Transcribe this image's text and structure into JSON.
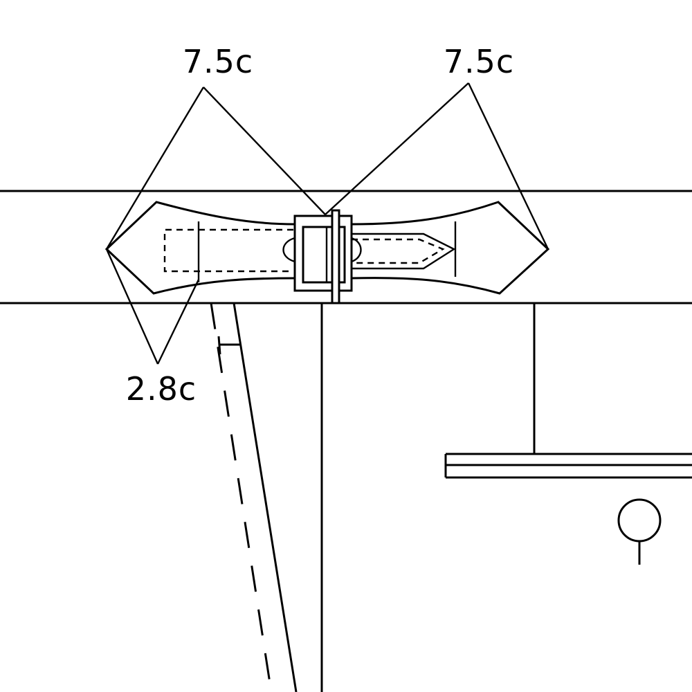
{
  "labels": {
    "top_left": "7.5c",
    "top_right": "7.5c",
    "bottom_left": "2.8c"
  },
  "colors": {
    "stroke": "#000000",
    "background": "#ffffff"
  }
}
